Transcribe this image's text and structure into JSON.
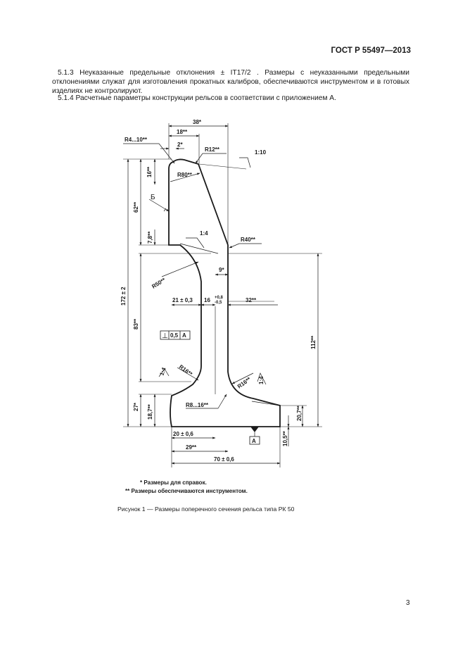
{
  "header": {
    "standard": "ГОСТ Р 55497—2013"
  },
  "paragraphs": [
    "5.1.3 Неуказанные предельные отклонения ± IT17/2 . Размеры с неуказанными предельными отклонениями служат для изготовления прокатных калибров, обеспечиваются инструментом и в готовых изделиях не контролируют.",
    "5.1.4 Расчетные параметры конструкции рельсов в соответствии с приложением А."
  ],
  "drawing": {
    "dims": {
      "w38": "38*",
      "w18": "18**",
      "r4_10": "R4...10**",
      "w2": "2*",
      "r12": "R12**",
      "slope_1_10": "1:10",
      "h16": "16**",
      "r80": "R80**",
      "label_b": "Б",
      "h62": "62**",
      "h7_8": "7,8**",
      "slope_1_4_top": "1:4",
      "r40": "R40**",
      "w9": "9*",
      "r50": "R50**",
      "h172": "172 ± 2",
      "w21": "21 ± 0,3",
      "web16": "16",
      "web16_tol_top": "+0,8",
      "web16_tol_bot": "-0,5",
      "w32": "32**",
      "h83": "83**",
      "h112": "112**",
      "tol_perp": "⊥",
      "tol_value": "0,5",
      "tol_datum": "A",
      "slope_1_4_left": "1:4",
      "r16_left": "R16**",
      "r16_right": "R16**",
      "slope_1_4_right": "1:4",
      "h27": "27*",
      "h18_7": "18,7**",
      "r8_16": "R8...16**",
      "h20_7": "20,7**",
      "w20": "20 ± 0,6",
      "h10_5": "10,5**",
      "datum_a": "A",
      "w29": "29**",
      "w70": "70 ± 0,6"
    }
  },
  "notes": [
    "* Размеры для справок.",
    "** Размеры обеспечиваются инструментом."
  ],
  "caption": "Рисунок  1 — Размеры поперечного сечения рельса типа РК 50",
  "page_number": "3"
}
